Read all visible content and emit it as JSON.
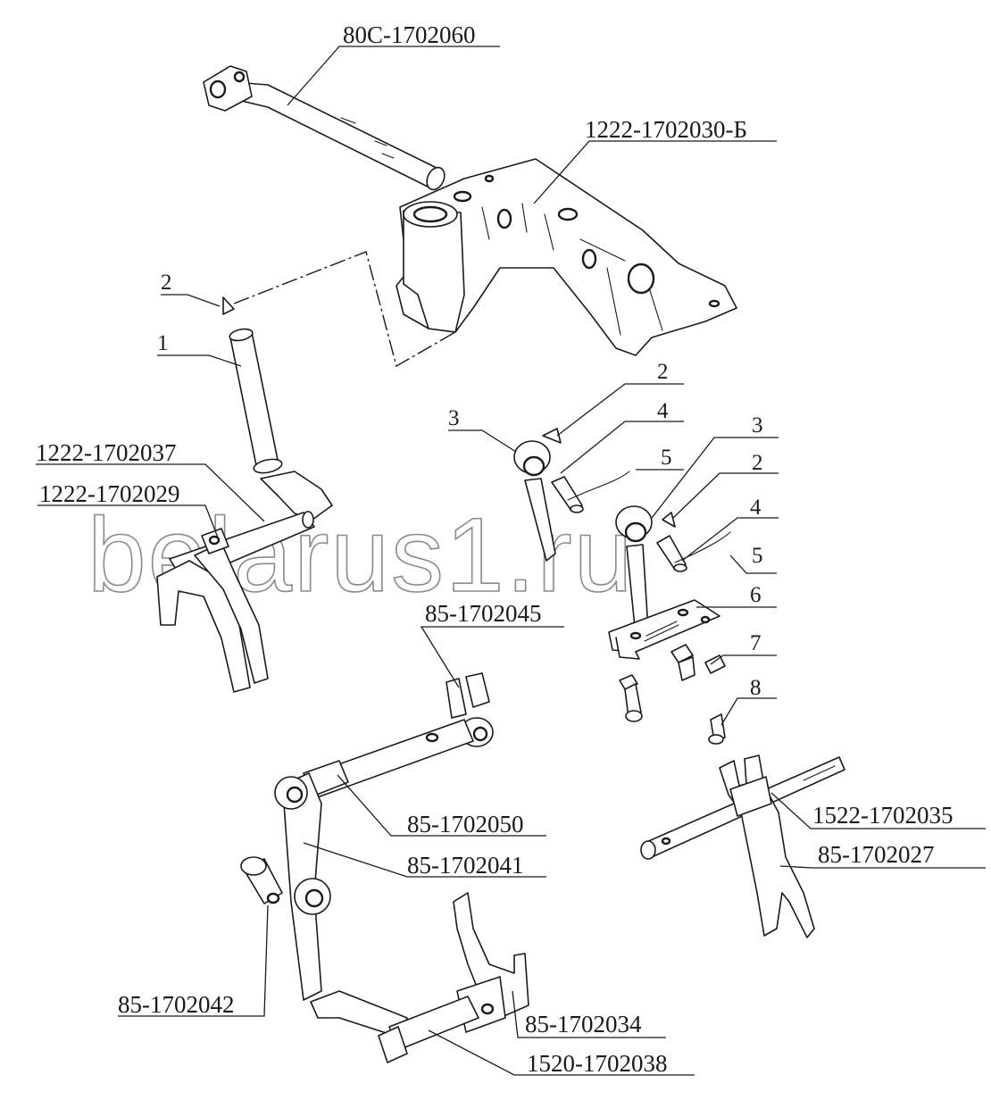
{
  "watermark": "belarus1.ru",
  "labels": {
    "shaft_80c_1702060": "80С-1702060",
    "housing_1222_1702030_b": "1222-1702030-Б",
    "item_1": "1",
    "item_2_left": "2",
    "fork_1222_1702037": "1222-1702037",
    "head_1222_1702029": "1222-1702029",
    "item_2_a": "2",
    "item_3_a": "3",
    "item_4_a": "4",
    "item_5_a": "5",
    "item_3_b": "3",
    "item_2_b": "2",
    "item_4_b": "4",
    "item_5_b": "5",
    "item_6": "6",
    "item_7": "7",
    "item_8": "8",
    "lever_85_1702045": "85-1702045",
    "rod_85_1702050": "85-1702050",
    "lever_85_1702041": "85-1702041",
    "pin_85_1702042": "85-1702042",
    "fork_85_1702034": "85-1702034",
    "rod_1520_1702038": "1520-1702038",
    "rod_1522_1702035": "1522-1702035",
    "fork_85_1702027": "85-1702027"
  }
}
